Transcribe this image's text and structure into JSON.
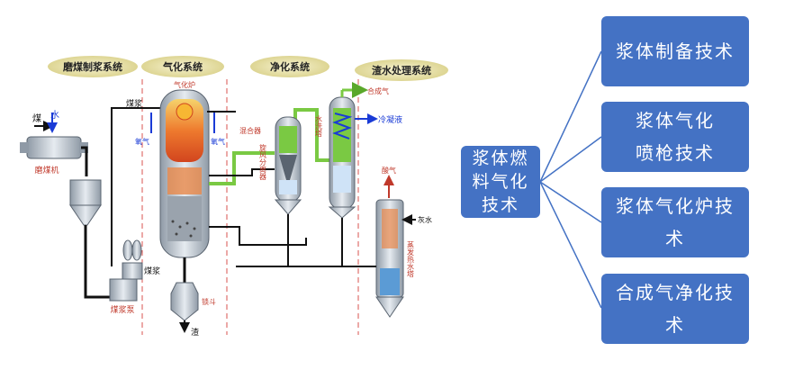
{
  "process": {
    "sections": {
      "grinding": "磨煤制浆系统",
      "gasification": "气化系统",
      "purification": "净化系统",
      "water": "渣水处理系统"
    },
    "labels": {
      "coal": "煤",
      "water": "水",
      "mill": "磨煤机",
      "slurry_top": "煤浆",
      "slurry_mid": "煤浆",
      "pump": "煤浆泵",
      "oxygen_left": "氧气",
      "oxygen_right": "氧气",
      "gasifier": "气化炉",
      "mixer": "混合器",
      "separator": "旋风分离器",
      "scrubber": "水洗塔",
      "syngas": "合成气",
      "condensate": "冷凝液",
      "acid_gas": "酸气",
      "ash_water": "灰水",
      "flash_tower": "蒸发热水塔",
      "lock_hopper": "锁斗",
      "slag": "渣"
    }
  },
  "mindmap": {
    "root": [
      "浆体燃",
      "料气化",
      "技术"
    ],
    "branches": [
      [
        "浆体制备技术"
      ],
      [
        "浆体气化",
        "喷枪技术"
      ],
      [
        "浆体气化炉技",
        "术"
      ],
      [
        "合成气净化技",
        "术"
      ]
    ]
  },
  "colors": {
    "box": "#4472c4",
    "connector": "#4472c4",
    "syngas_green": "#7ac943",
    "section_badge": "#e8e2a8",
    "divider": "#d9534f",
    "vessel": "#b9c3cd"
  }
}
